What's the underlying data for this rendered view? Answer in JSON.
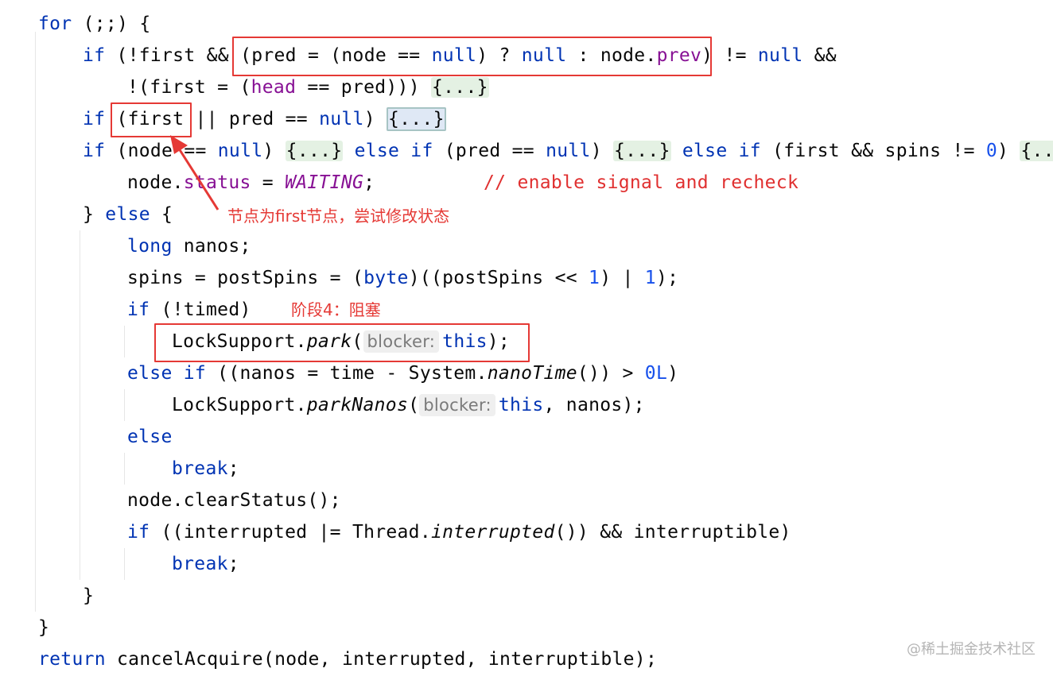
{
  "code": {
    "line1": {
      "kw_for": "for",
      "rest": " (;;) {"
    },
    "line2": {
      "kw_if": "if",
      "p1": " (!first && ",
      "p2": "(pred = (node == ",
      "null1": "null",
      "p3": ") ? ",
      "null2": "null",
      "p4": " : node.",
      "prev": "prev",
      "p5": ")",
      "p6": " != ",
      "null3": "null",
      "p7": " &&"
    },
    "line3": {
      "p1": "!(first = (",
      "head": "head",
      "p2": " == pred))) ",
      "fold": "{...}"
    },
    "line4": {
      "kw_if": "if",
      "p1": " (first || pred == ",
      "null": "null",
      "p2": ") ",
      "fold": "{...}"
    },
    "line5": {
      "kw_if": "if",
      "p1": " (node == ",
      "null1": "null",
      "p2": ") ",
      "fold1": "{...}",
      "kw_else1": " else if",
      "p3": " (pred == ",
      "null2": "null",
      "p4": ") ",
      "fold2": "{...}",
      "kw_else2": " else if",
      "p5": " (first && spins != ",
      "zero": "0",
      "p6": ") ",
      "fold3": "{...}"
    },
    "line6": {
      "p1": "node.",
      "status": "status",
      "p2": " = ",
      "waiting": "WAITING",
      "p3": ";",
      "comment": "// enable signal and recheck"
    },
    "line7": {
      "p1": "} ",
      "kw_else": "else",
      "p2": " {"
    },
    "line8": {
      "kw_long": "long",
      "p1": " nanos;"
    },
    "line9": {
      "p1": "spins = postSpins = (",
      "kw_byte": "byte",
      "p2": ")((postSpins << ",
      "one1": "1",
      "p3": ") | ",
      "one2": "1",
      "p4": ");"
    },
    "line10": {
      "kw_if": "if",
      "p1": " (!timed)"
    },
    "line11": {
      "p1": "LockSupport.",
      "park": "park",
      "p2": "(",
      "hint": "blocker:",
      "kw_this": "this",
      "p3": ");"
    },
    "line12": {
      "kw_else_if": "else if",
      "p1": " ((nanos = time - System.",
      "nanotime": "nanoTime",
      "p2": "()) > ",
      "zero": "0L",
      "p3": ")"
    },
    "line13": {
      "p1": "LockSupport.",
      "parknanos": "parkNanos",
      "p2": "(",
      "hint": "blocker:",
      "kw_this": "this",
      "p3": ", nanos);"
    },
    "line14": {
      "kw_else": "else"
    },
    "line15": {
      "kw_break": "break",
      "p1": ";"
    },
    "line16": {
      "p1": "node.clearStatus();"
    },
    "line17": {
      "kw_if": "if",
      "p1": " ((interrupted |= Thread.",
      "interrupted": "interrupted",
      "p2": "()) && interruptible)"
    },
    "line18": {
      "kw_break": "break",
      "p1": ";"
    },
    "line19": {
      "p1": "}"
    },
    "line20": {
      "p1": "}"
    },
    "line21": {
      "kw_return": "return",
      "p1": " cancelAcquire(node, interrupted, interruptible);"
    }
  },
  "annotations": {
    "first_node": "节点为first节点，尝试修改状态",
    "stage4": "阶段4：阻塞"
  },
  "watermark": "@稀土掘金技术社区",
  "colors": {
    "keyword": "#0033b3",
    "number": "#1750eb",
    "field": "#871094",
    "annotation": "#e53935"
  }
}
